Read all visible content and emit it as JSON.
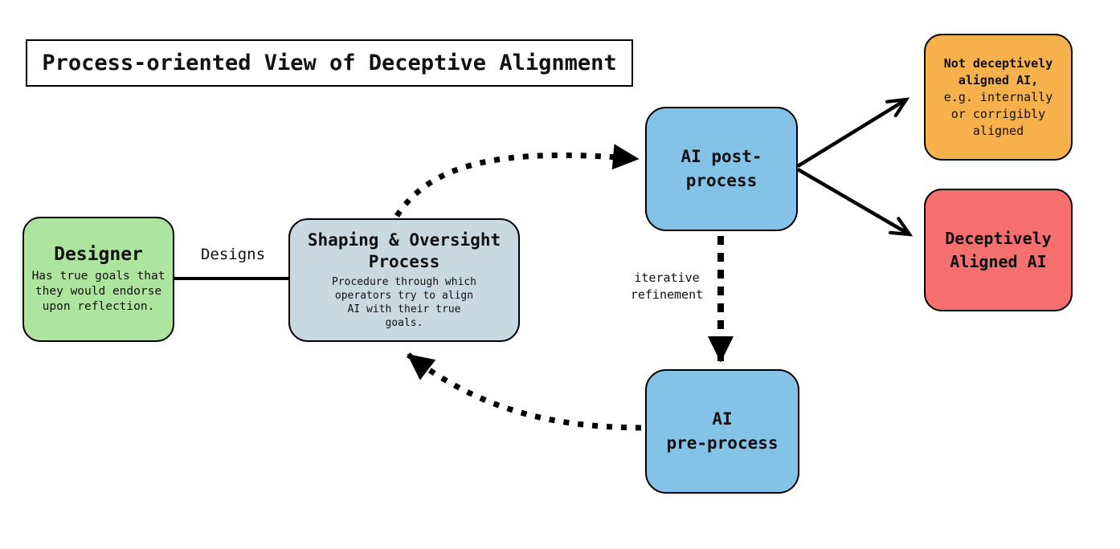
{
  "title": "Process-oriented View of Deceptive Alignment",
  "colors": {
    "designer_fill": "#aee59e",
    "shaping_fill": "#c8d9e2",
    "ai_process_fill": "#85c2e8",
    "not_deceptive_fill": "#f6b04c",
    "deceptive_fill": "#f56f6f",
    "edge_stroke": "#000000"
  },
  "nodes": {
    "designer": {
      "title": "Designer",
      "body": "Has true goals that\nthey would endorse\nupon reflection."
    },
    "shaping": {
      "title": "Shaping & Oversight\nProcess",
      "body": "Procedure through which\noperators try to align\nAI with their true\ngoals."
    },
    "ai_post": {
      "label": "AI post-\nprocess"
    },
    "ai_pre": {
      "label": "AI\npre-process"
    },
    "not_deceptive": {
      "title": "Not deceptively\naligned AI,",
      "body": "e.g. internally\nor corrigibly\naligned"
    },
    "deceptive": {
      "label": "Deceptively\nAligned AI"
    }
  },
  "edge_labels": {
    "designs": "Designs",
    "iterative": "iterative\nrefinement"
  }
}
